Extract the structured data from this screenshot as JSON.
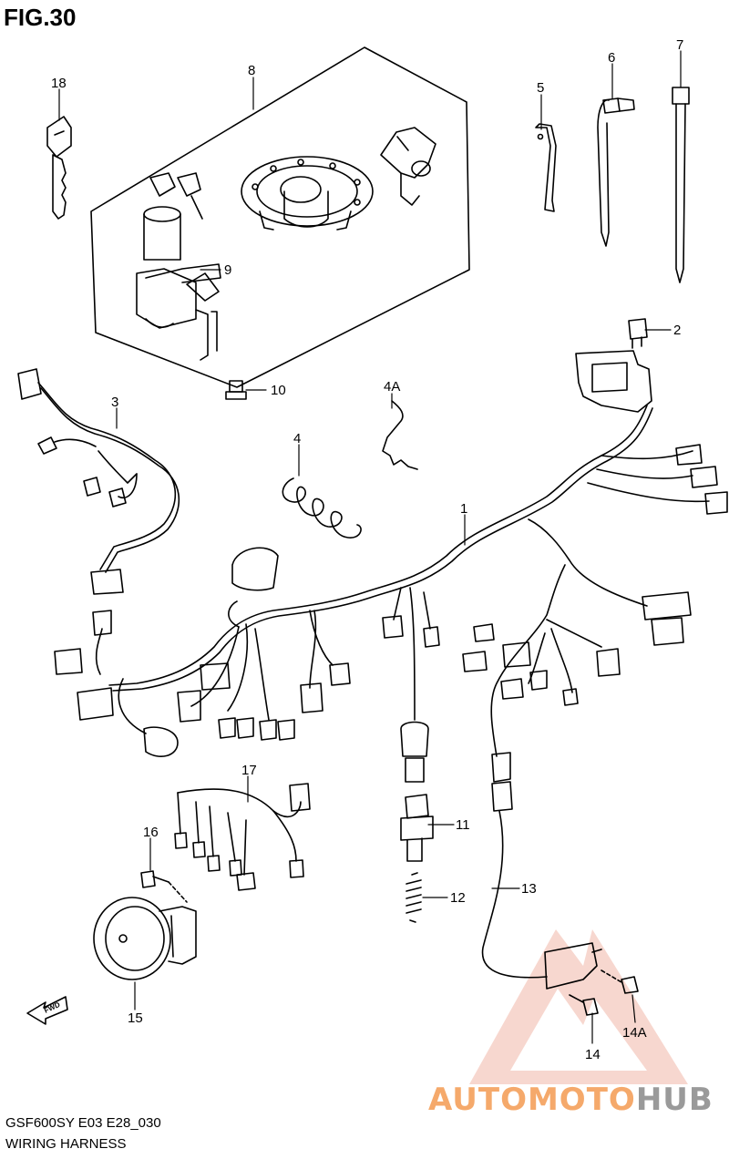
{
  "figure": {
    "title": "FIG.30"
  },
  "footer": {
    "model_code": "GSF600SY E03 E28_030",
    "section_name": "WIRING HARNESS"
  },
  "callouts": [
    "1",
    "2",
    "3",
    "4",
    "4A",
    "5",
    "6",
    "7",
    "8",
    "9",
    "10",
    "11",
    "12",
    "13",
    "14",
    "14A",
    "15",
    "16",
    "17",
    "18"
  ],
  "direction_arrow": {
    "label": "FWD"
  },
  "watermark": {
    "part1": "AUTOMOTO",
    "part2": "HUB",
    "color1": "#f5a96b",
    "color2": "#9a9a9a",
    "triangle_color": "#e8503a"
  },
  "colors": {
    "line": "#000000"
  }
}
